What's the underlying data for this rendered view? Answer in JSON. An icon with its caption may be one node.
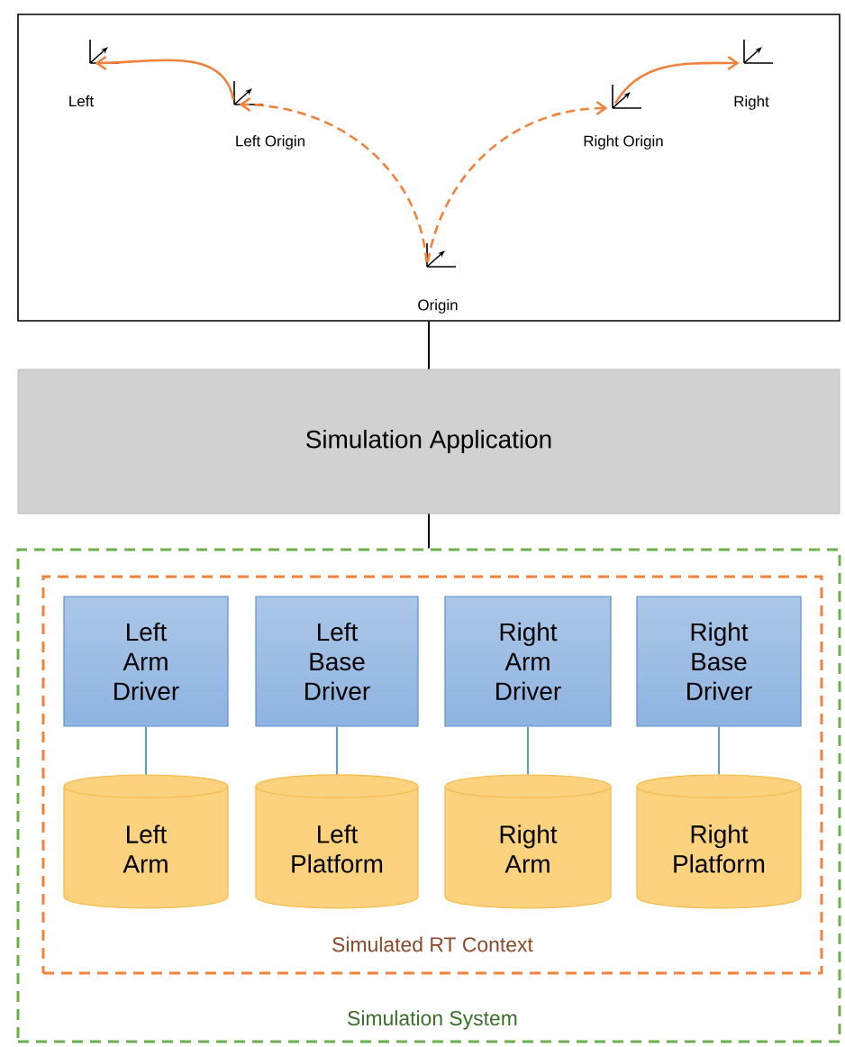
{
  "diagram": {
    "nodes": [
      {
        "text": [],
        "shape": "box"
      },
      {
        "text": [
          "Left"
        ],
        "in": 0
      },
      {
        "text": [
          "Left Origin"
        ],
        "in": 0
      },
      {
        "text": [
          "Origin"
        ],
        "in": 0
      },
      {
        "text": [
          "Right Origin"
        ],
        "in": 0
      },
      {
        "text": [
          "Right"
        ],
        "in": 0
      },
      {
        "text": [
          "Simulation Application"
        ]
      },
      {
        "text": [
          "Simulation System"
        ]
      },
      {
        "text": [
          "Simulated RT Context"
        ],
        "in": 7
      },
      {
        "text": [
          "Left Arm Driver"
        ],
        "in": 8
      },
      {
        "text": [
          "Left Base Driver"
        ],
        "in": 8
      },
      {
        "text": [
          "Right Arm Driver"
        ],
        "in": 8
      },
      {
        "text": [
          "Right Base Driver"
        ],
        "in": 8
      },
      {
        "text": [
          "Left Arm"
        ],
        "in": 8
      },
      {
        "text": [
          "Left Platform"
        ],
        "in": 8
      },
      {
        "text": [
          "Right Arm"
        ],
        "in": 8
      },
      {
        "text": [
          "Right Platform"
        ],
        "in": 8
      }
    ],
    "edges": [
      {
        "from": 2,
        "to": 1,
        "arrow": "to",
        "color": "#f0823c"
      },
      {
        "from": 3,
        "to": 2,
        "arrow": "to",
        "style": "dashed",
        "color": "#f0823c"
      },
      {
        "from": 3,
        "to": 4,
        "arrow": "to",
        "style": "dashed",
        "color": "#f0823c"
      },
      {
        "from": 4,
        "to": 5,
        "arrow": "to",
        "color": "#f0823c"
      },
      {
        "from": 0,
        "to": 6,
        "arrow": "none",
        "color": "#000000"
      },
      {
        "from": 6,
        "to": 7,
        "arrow": "none",
        "color": "#000000"
      },
      {
        "from": 9,
        "to": 13,
        "arrow": "none",
        "color": "#5b9bd5"
      },
      {
        "from": 10,
        "to": 14,
        "arrow": "none",
        "color": "#5b9bd5"
      },
      {
        "from": 11,
        "to": 15,
        "arrow": "none",
        "color": "#5b9bd5"
      },
      {
        "from": 12,
        "to": 16,
        "arrow": "none",
        "color": "#5b9bd5"
      }
    ]
  }
}
